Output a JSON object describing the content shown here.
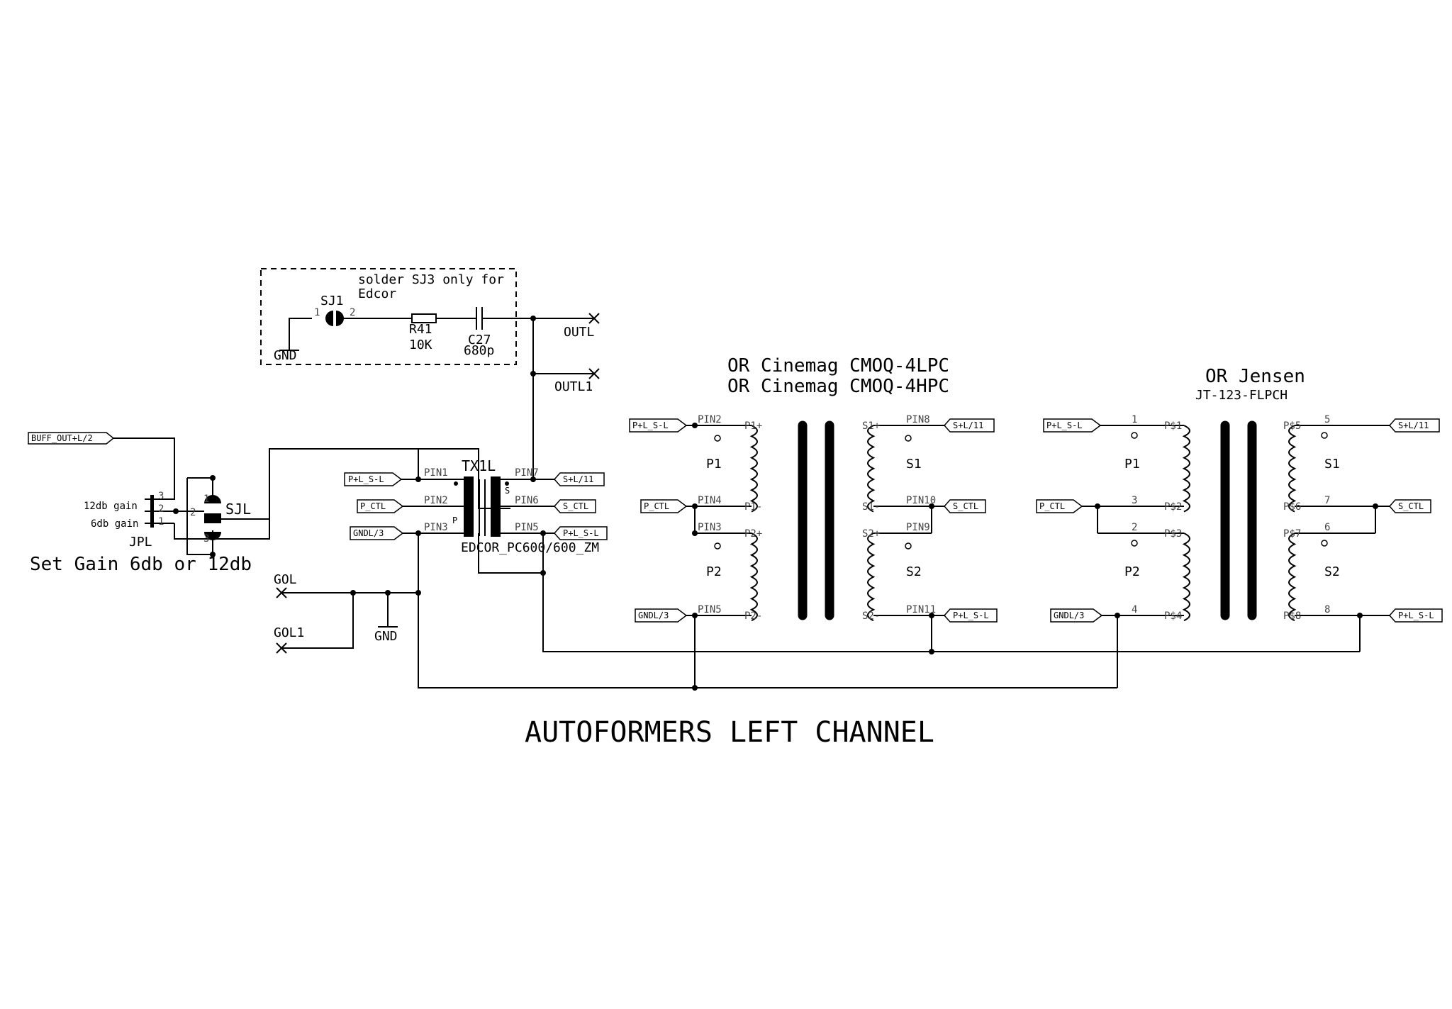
{
  "note": {
    "line1": "solder SJ3 only for",
    "line2": "Edcor"
  },
  "sj1": {
    "name": "SJ1",
    "pin1": "1",
    "pin2": "2"
  },
  "gnd_top": "GND",
  "r41": {
    "name": "R41",
    "value": "10K"
  },
  "c27": {
    "name": "C27",
    "value": "680p"
  },
  "outl": "OUTL",
  "outl1": "OUTL1",
  "buff_out": "BUFF_OUT+L/2",
  "jpl": {
    "name": "JPL",
    "gain12": "12db gain",
    "gain6": "6db gain",
    "p3": "3",
    "p2": "2",
    "p1": "1"
  },
  "sjl": {
    "name": "SJL",
    "p1": "1",
    "p2": "2",
    "p3": "3"
  },
  "set_gain": "Set Gain 6db or 12db",
  "gol": "GOL",
  "gol1": "GOL1",
  "gnd_bottom": "GND",
  "tx1l": {
    "name": "TX1L",
    "part": "EDCOR_PC600/600_ZM",
    "pins": [
      "PIN1",
      "PIN2",
      "PIN3",
      "PIN7",
      "PIN6",
      "PIN5"
    ],
    "p": "P",
    "s": "S"
  },
  "tags": {
    "p_l_s_l": "P+L_S-L",
    "p_ctl": "P_CTL",
    "gndl": "GNDL/3",
    "s_l_11": "S+L/11",
    "s_ctl": "S_CTL"
  },
  "cinemag": {
    "line1": "OR Cinemag CMOQ-4LPC",
    "line2": "OR Cinemag CMOQ-4HPC",
    "left_pins": [
      "PIN2",
      "PIN4",
      "PIN3",
      "PIN5"
    ],
    "right_pins": [
      "PIN8",
      "PIN10",
      "PIN9",
      "PIN11"
    ],
    "coil_left": [
      "P1+",
      "P1-",
      "P2+",
      "P2-"
    ],
    "coil_right": [
      "S1+",
      "S1-",
      "S2+",
      "S2-"
    ],
    "p1": "P1",
    "p2": "P2",
    "s1": "S1",
    "s2": "S2"
  },
  "jensen": {
    "line1": "OR Jensen",
    "line2": "JT-123-FLPCH",
    "left_pins": [
      "1",
      "3",
      "2",
      "4"
    ],
    "right_pins": [
      "5",
      "7",
      "6",
      "8"
    ],
    "coil_left": [
      "P$1",
      "P$2",
      "P$3",
      "P$4"
    ],
    "coil_right": [
      "P$5",
      "P$6",
      "P$7",
      "P$8"
    ],
    "p1": "P1",
    "p2": "P2",
    "s1": "S1",
    "s2": "S2"
  },
  "title": "AUTOFORMERS LEFT CHANNEL"
}
